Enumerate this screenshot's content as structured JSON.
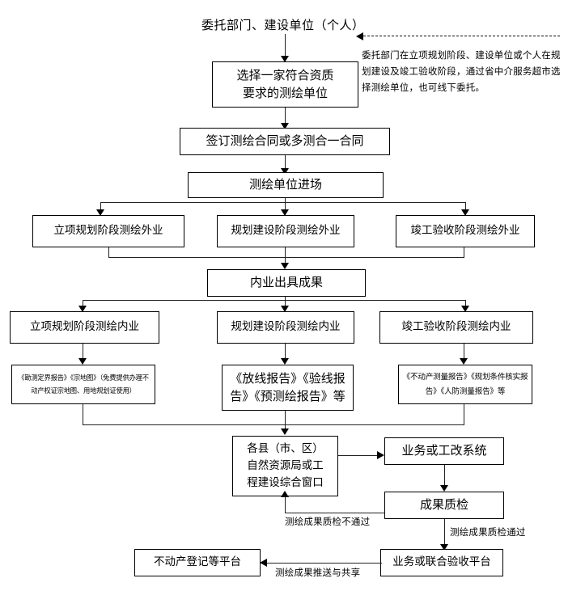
{
  "diagram": {
    "title": "委托部门、建设单位（个人）",
    "note": "委托部门在立项规划阶段、建设单位或个人在规划建设及竣工验收阶段，通过省中介服务超市选择测绘单位，也可线下委托。",
    "nodes": {
      "select_unit": "选择一家符合资质\n要求的测绘单位",
      "sign_contract": "签订测绘合同或多测合一合同",
      "unit_enter": "测绘单位进场",
      "field_planning": "立项规划阶段测绘外业",
      "field_construction": "规划建设阶段测绘外业",
      "field_acceptance": "竣工验收阶段测绘外业",
      "office_result": "内业出具成果",
      "office_planning": "立项规划阶段测绘内业",
      "office_construction": "规划建设阶段测绘内业",
      "office_acceptance": "竣工验收阶段测绘内业",
      "result_planning": "《勘测定界报告》《宗地图》（免费提供办理不动产权证宗地图、用地规划证使用）",
      "result_construction": "《放线报告》《验线报\n告》《预测绘报告》等",
      "result_acceptance": "《不动产测量报告》《规划条件核实报告》《人防测量报告》等",
      "county_window": "各县（市、区）\n自然资源局或工\n程建设综合窗口",
      "business_system": "业务或工改系统",
      "quality_check": "成果质检",
      "joint_platform": "业务或联合验收平台",
      "registration_platform": "不动产登记等平台"
    },
    "edge_labels": {
      "check_failed": "测绘成果质检不通过",
      "check_passed": "测绘成果质检通过",
      "push_share": "测绘成果推送与共享"
    }
  }
}
